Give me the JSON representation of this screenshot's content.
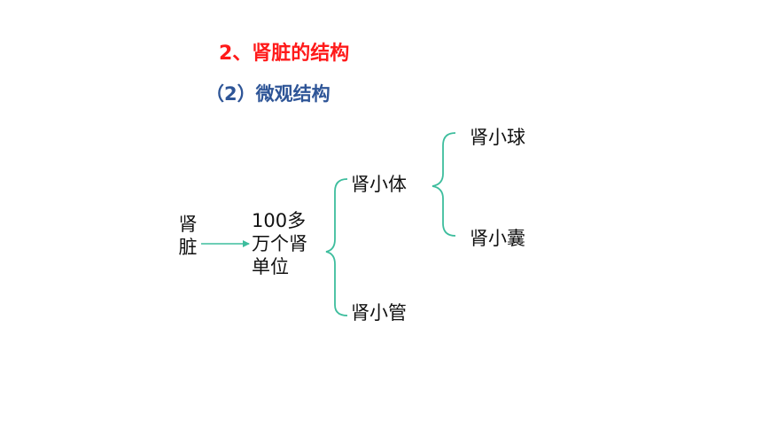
{
  "title": "2、肾脏的结构",
  "subtitle": "（2）微观结构",
  "colors": {
    "title": "#ff1a1a",
    "subtitle": "#2e5597",
    "bracket": "#3dbd9d",
    "arrow": "#3dbd9d",
    "text": "#111111"
  },
  "diagram": {
    "root": {
      "label_line1": "肾",
      "label_line2": "脏"
    },
    "units": {
      "line1": "100多",
      "line2": "万个肾",
      "line3": "单位"
    },
    "level2": {
      "renal_corpuscle": "肾小体",
      "renal_tubule": "肾小管"
    },
    "level3": {
      "glomerulus": "肾小球",
      "renal_capsule": "肾小囊"
    }
  }
}
